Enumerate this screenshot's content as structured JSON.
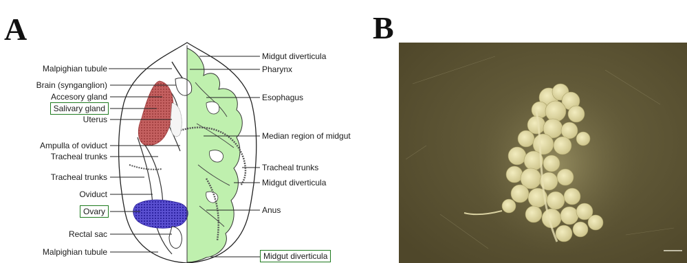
{
  "panels": {
    "a": "A",
    "b": "B"
  },
  "left_labels": [
    {
      "text": "Malpighian tubule",
      "boxed": false
    },
    {
      "text": "Brain (synganglion)",
      "boxed": false
    },
    {
      "text": "Accesory gland",
      "boxed": false
    },
    {
      "text": "Salivary gland",
      "boxed": true
    },
    {
      "text": "Uterus",
      "boxed": false
    },
    {
      "text": "Ampulla of oviduct",
      "boxed": false
    },
    {
      "text": "Tracheal trunks",
      "boxed": false
    },
    {
      "text": "Tracheal trunks",
      "boxed": false
    },
    {
      "text": "Oviduct",
      "boxed": false
    },
    {
      "text": "Ovary",
      "boxed": true
    },
    {
      "text": "Rectal sac",
      "boxed": false
    },
    {
      "text": "Malpighian tubule",
      "boxed": false
    }
  ],
  "right_labels": [
    {
      "text": "Midgut diverticula",
      "boxed": false
    },
    {
      "text": "Pharynx",
      "boxed": false
    },
    {
      "text": "Esophagus",
      "boxed": false
    },
    {
      "text": "Median region of midgut",
      "boxed": false
    },
    {
      "text": "Tracheal trunks",
      "boxed": false
    },
    {
      "text": "Midgut diverticula",
      "boxed": false
    },
    {
      "text": "Anus",
      "boxed": false
    },
    {
      "text": "Midgut diverticula",
      "boxed": true
    }
  ],
  "colors": {
    "highlight_box": "#1d7a1d",
    "salivary_gland": "#b5494a",
    "ovary": "#3d2fb5",
    "midgut": "#bff0ae",
    "photo_bg": "#5e5533",
    "tissue": "#e6dfa6"
  }
}
